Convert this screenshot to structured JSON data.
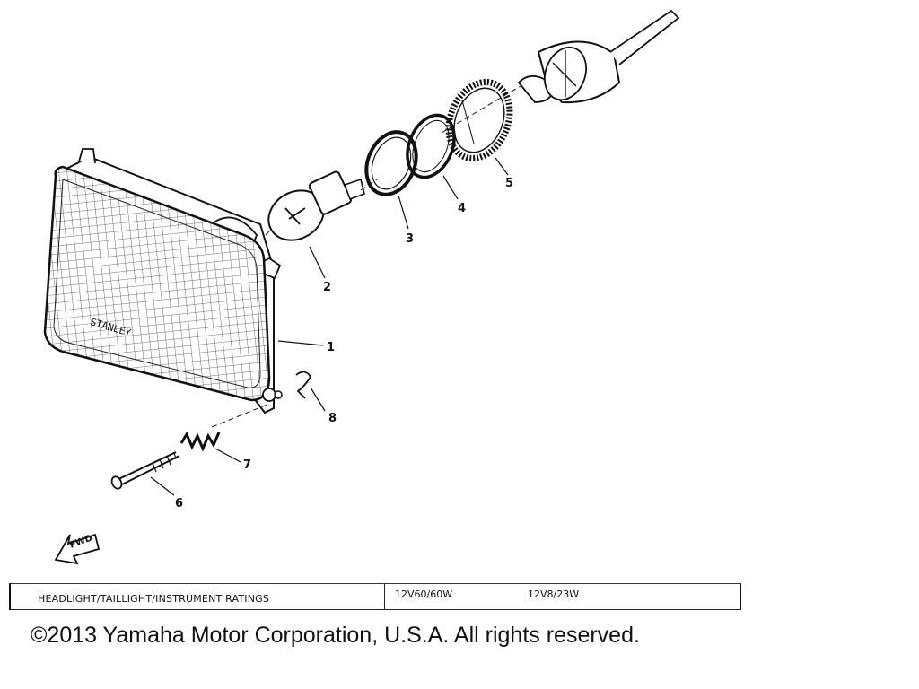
{
  "diagram": {
    "callouts": [
      "1",
      "2",
      "3",
      "4",
      "5",
      "6",
      "7",
      "8"
    ],
    "lens_text": "STANLEY",
    "fwd_label": "FWD"
  },
  "ratings": {
    "label": "HEADLIGHT/TAILLIGHT/INSTRUMENT RATINGS",
    "value_1": "12V60/60W",
    "value_2": "12V8/23W"
  },
  "footer": {
    "copyright": "©2013 Yamaha Motor Corporation, U.S.A. All rights reserved."
  }
}
